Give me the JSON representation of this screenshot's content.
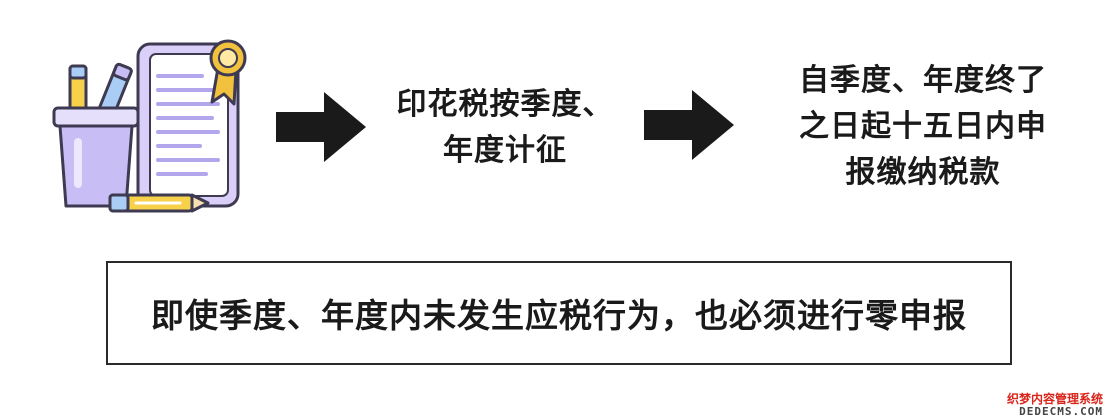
{
  "steps": [
    {
      "text": "印花税按季度、\n年度计征"
    },
    {
      "text": "自季度、年度终了\n之日起十五日内申\n报缴纳税款"
    }
  ],
  "note": {
    "text": "即使季度、年度内未发生应税行为，也必须进行零申报"
  },
  "watermark": {
    "line1": "织梦内容管理系统",
    "line2": "DEDECMS.COM"
  },
  "colors": {
    "pot": "#c9bdf6",
    "pot_outline": "#3d3a52",
    "pencil_yellow": "#f6d149",
    "pencil_blue": "#a9cdf5",
    "badge": "#f2c13d",
    "arrow": "#1a1a1a"
  },
  "icons": [
    "pencil-cup-icon",
    "document-icon",
    "award-ribbon-icon",
    "arrow-right-icon"
  ]
}
